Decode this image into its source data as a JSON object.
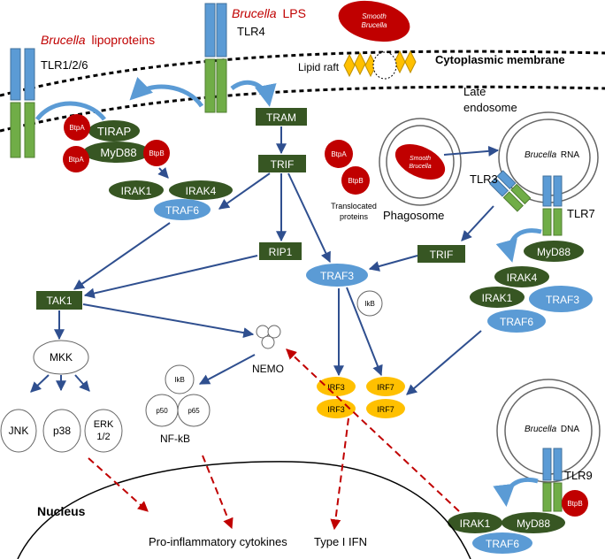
{
  "receptors": {
    "tlr126": "TLR1/2/6",
    "tlr4": "TLR4",
    "tlr3": "TLR3",
    "tlr7": "TLR7",
    "tlr9": "TLR9"
  },
  "brucella_lipoproteins": {
    "species": "Brucella",
    "rest": "lipoproteins"
  },
  "brucella_lps": {
    "species": "Brucella",
    "rest": "LPS"
  },
  "smooth_brucella": {
    "line1": "Smooth",
    "line2": "Brucella"
  },
  "membrane": {
    "lipid_raft": "Lipid raft",
    "cytoplasmic": "Cytoplasmic membrane",
    "late_endosome_1": "Late",
    "late_endosome_2": "endosome"
  },
  "effectors": {
    "btpa": "BtpA",
    "btpb": "BtpB",
    "translocated_1": "Translocated",
    "translocated_2": "proteins"
  },
  "phagosome": "Phagosome",
  "brucella_rna": {
    "species": "Brucella",
    "rest": "RNA"
  },
  "brucella_dna": {
    "species": "Brucella",
    "rest": "DNA"
  },
  "adaptors": {
    "tirap": "TIRAP",
    "myd88": "MyD88",
    "irak1": "IRAK1",
    "irak4": "IRAK4",
    "traf6": "TRAF6",
    "traf3": "TRAF3",
    "tram": "TRAM",
    "trif": "TRIF",
    "rip1": "RIP1",
    "tak1": "TAK1",
    "mkk": "MKK",
    "jnk": "JNK",
    "p38": "p38",
    "erk_1": "ERK",
    "erk_2": "1/2",
    "nemo": "NEMO",
    "ikb": "IkB",
    "p50": "p50",
    "p65": "p65",
    "nfkb": "NF-kB",
    "irf3": "IRF3",
    "irf7": "IRF7"
  },
  "nucleus": "Nucleus",
  "outputs": {
    "cytokines": "Pro-inflammatory cytokines",
    "ifn": "Type I IFN"
  },
  "colors": {
    "dark_green": "#375623",
    "light_green": "#70ad47",
    "receptor_blue": "#5b9bd5",
    "effector_red": "#c00000",
    "irf_yellow": "#ffc000",
    "arrow_blue": "#2f4f8f",
    "arrow_red": "#c00000"
  }
}
